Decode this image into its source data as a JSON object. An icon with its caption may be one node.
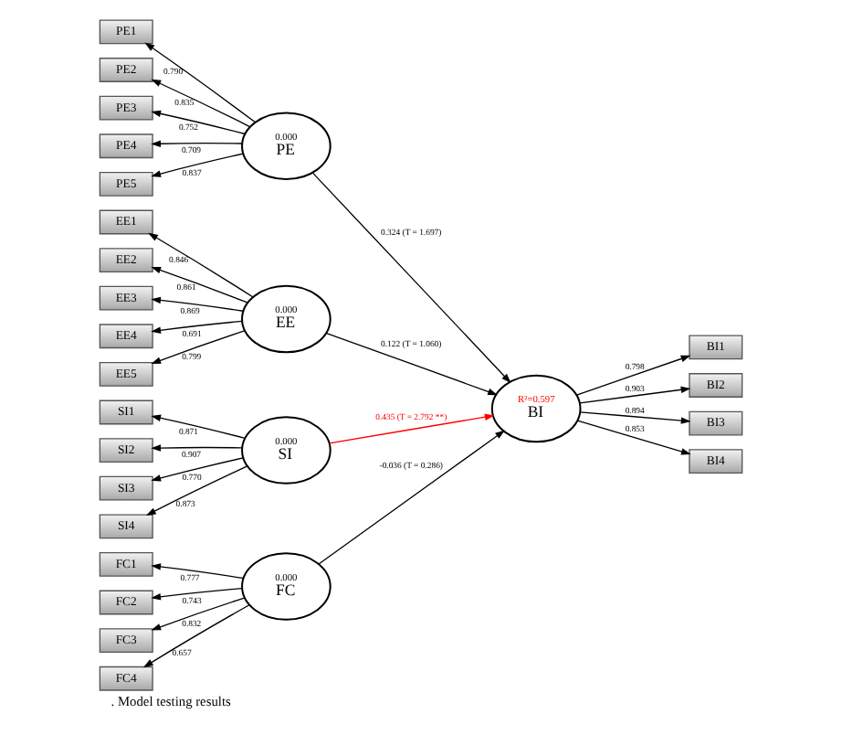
{
  "diagram": {
    "caption": ". Model testing results",
    "nodes": [
      {
        "text": [
          "PE1"
        ]
      },
      {
        "text": [
          "PE2"
        ]
      },
      {
        "text": [
          "PE3"
        ]
      },
      {
        "text": [
          "PE4"
        ]
      },
      {
        "text": [
          "PE5"
        ]
      },
      {
        "text": [
          "0.000",
          "PE"
        ]
      },
      {
        "text": [
          "EE1"
        ]
      },
      {
        "text": [
          "EE2"
        ]
      },
      {
        "text": [
          "EE3"
        ]
      },
      {
        "text": [
          "EE4"
        ]
      },
      {
        "text": [
          "EE5"
        ]
      },
      {
        "text": [
          "0.000",
          "EE"
        ]
      },
      {
        "text": [
          "SI1"
        ]
      },
      {
        "text": [
          "SI2"
        ]
      },
      {
        "text": [
          "SI3"
        ]
      },
      {
        "text": [
          "SI4"
        ]
      },
      {
        "text": [
          "0.000",
          "SI"
        ]
      },
      {
        "text": [
          "FC1"
        ]
      },
      {
        "text": [
          "FC2"
        ]
      },
      {
        "text": [
          "FC3"
        ]
      },
      {
        "text": [
          "FC4"
        ]
      },
      {
        "text": [
          "0.000",
          "FC"
        ]
      },
      {
        "text": [
          "R²=0.597",
          "BI"
        ]
      },
      {
        "text": [
          "BI1"
        ]
      },
      {
        "text": [
          "BI2"
        ]
      },
      {
        "text": [
          "BI3"
        ]
      },
      {
        "text": [
          "BI4"
        ]
      }
    ],
    "edges": [
      {
        "from": 5,
        "to": 0,
        "arrow": "to",
        "label": "0.790"
      },
      {
        "from": 5,
        "to": 1,
        "arrow": "to",
        "label": "0.835"
      },
      {
        "from": 5,
        "to": 2,
        "arrow": "to",
        "label": "0.752"
      },
      {
        "from": 5,
        "to": 3,
        "arrow": "to",
        "label": "0.709"
      },
      {
        "from": 5,
        "to": 4,
        "arrow": "to",
        "label": "0.837"
      },
      {
        "from": 11,
        "to": 6,
        "arrow": "to",
        "label": "0.846"
      },
      {
        "from": 11,
        "to": 7,
        "arrow": "to",
        "label": "0.861"
      },
      {
        "from": 11,
        "to": 8,
        "arrow": "to",
        "label": "0.869"
      },
      {
        "from": 11,
        "to": 9,
        "arrow": "to",
        "label": "0.691"
      },
      {
        "from": 11,
        "to": 10,
        "arrow": "to",
        "label": "0.799"
      },
      {
        "from": 16,
        "to": 12,
        "arrow": "to",
        "label": "0.871"
      },
      {
        "from": 16,
        "to": 13,
        "arrow": "to",
        "label": "0.907"
      },
      {
        "from": 16,
        "to": 14,
        "arrow": "to",
        "label": "0.770"
      },
      {
        "from": 16,
        "to": 15,
        "arrow": "to",
        "label": "0.873"
      },
      {
        "from": 21,
        "to": 17,
        "arrow": "to",
        "label": "0.777"
      },
      {
        "from": 21,
        "to": 18,
        "arrow": "to",
        "label": "0.743"
      },
      {
        "from": 21,
        "to": 19,
        "arrow": "to",
        "label": "0.832"
      },
      {
        "from": 21,
        "to": 20,
        "arrow": "to",
        "label": "0.657"
      },
      {
        "from": 5,
        "to": 22,
        "arrow": "to",
        "label": "0.324 (T = 1.697)"
      },
      {
        "from": 11,
        "to": 22,
        "arrow": "to",
        "label": "0.122 (T = 1.060)"
      },
      {
        "from": 16,
        "to": 22,
        "arrow": "to",
        "label": "0.435 (T = 2.792 **)",
        "color": "#ff0000"
      },
      {
        "from": 21,
        "to": 22,
        "arrow": "to",
        "label": "-0.036 (T = 0.286)"
      },
      {
        "from": 22,
        "to": 23,
        "arrow": "to",
        "label": "0.798"
      },
      {
        "from": 22,
        "to": 24,
        "arrow": "to",
        "label": "0.903"
      },
      {
        "from": 22,
        "to": 25,
        "arrow": "to",
        "label": "0.894"
      },
      {
        "from": 22,
        "to": 26,
        "arrow": "to",
        "label": "0.853"
      }
    ]
  }
}
